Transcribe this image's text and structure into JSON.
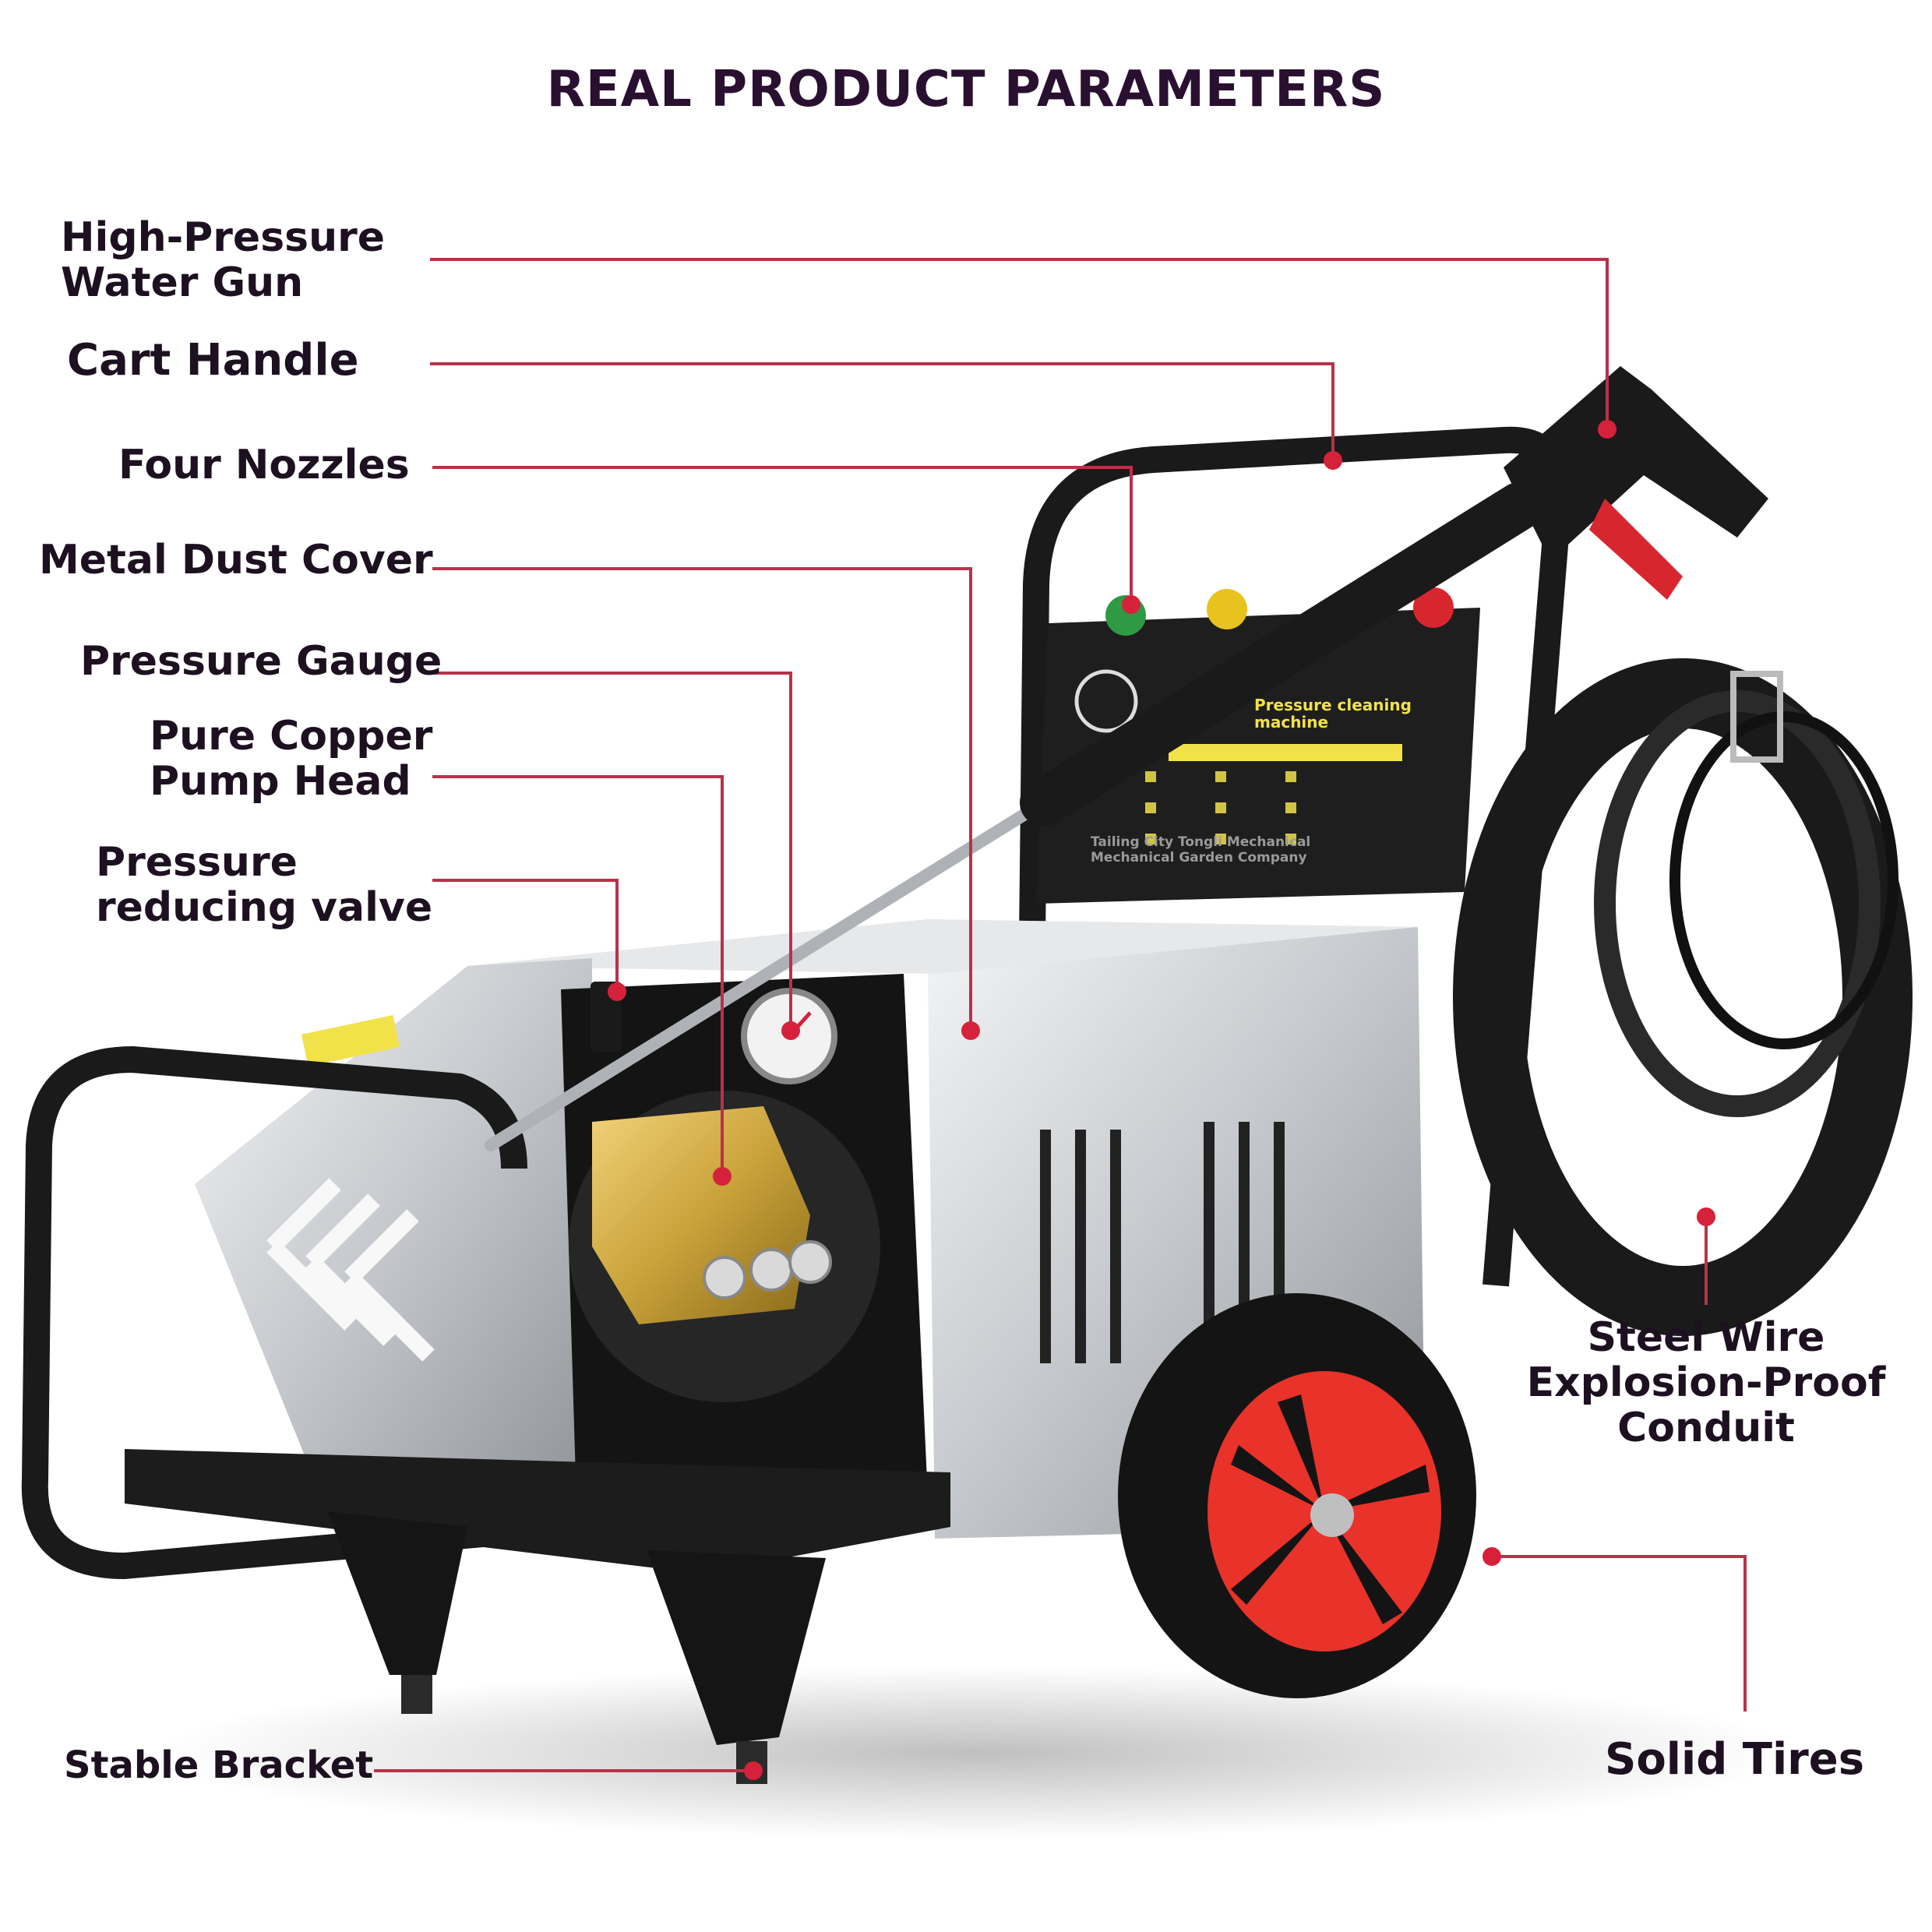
{
  "title": "REAL PRODUCT PARAMETERS",
  "labels": {
    "water_gun": "High-Pressure\nWater Gun",
    "cart_handle": "Cart Handle",
    "four_nozzles": "Four Nozzles",
    "dust_cover": "Metal Dust Cover",
    "pressure_gauge": "Pressure Gauge",
    "pump_head": "Pure Copper\nPump Head",
    "reducing_valve": "Pressure\nreducing valve",
    "stable_bracket": "Stable Bracket",
    "conduit": "Steel Wire\nExplosion-Proof\nConduit",
    "solid_tires": "Solid Tires"
  },
  "panel": {
    "name_line1": "Pressure cleaning",
    "name_line2": "machine",
    "company_line1": "Tailing City Tongli Mechanical",
    "company_line2": "Mechanical Garden Company"
  },
  "colors": {
    "leader_line": "#b8324a",
    "dot": "#d6213a",
    "frame": "#1a1a1a",
    "steel": "#d7d9dc",
    "brass": "#c9a23a",
    "wheel_hub": "#e8322a",
    "panel_yellow": "#f2e24a"
  }
}
